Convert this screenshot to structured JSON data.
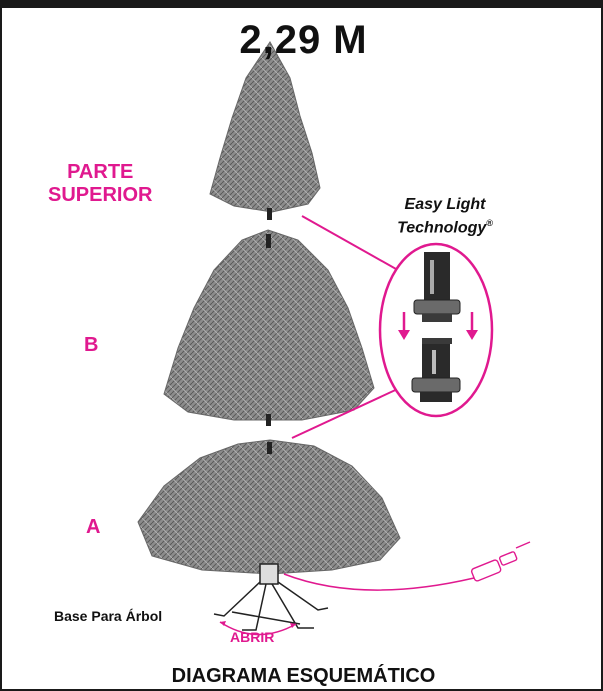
{
  "title": "2,29 M",
  "sections": {
    "top": [
      "PARTE",
      "SUPERIOR"
    ],
    "middle": "B",
    "bottom": "A"
  },
  "callout": {
    "line1": "Easy Light",
    "line2": "Technology",
    "mark": "®"
  },
  "base_label": "Base Para Árbol",
  "open_label": "ABRIR",
  "footer": "DIAGRAMA ESQUEMÁTICO",
  "colors": {
    "accent": "#e0198f",
    "ink": "#111111",
    "foliage": "#8a8a8a",
    "foliage_dark": "#5e5e5e"
  }
}
